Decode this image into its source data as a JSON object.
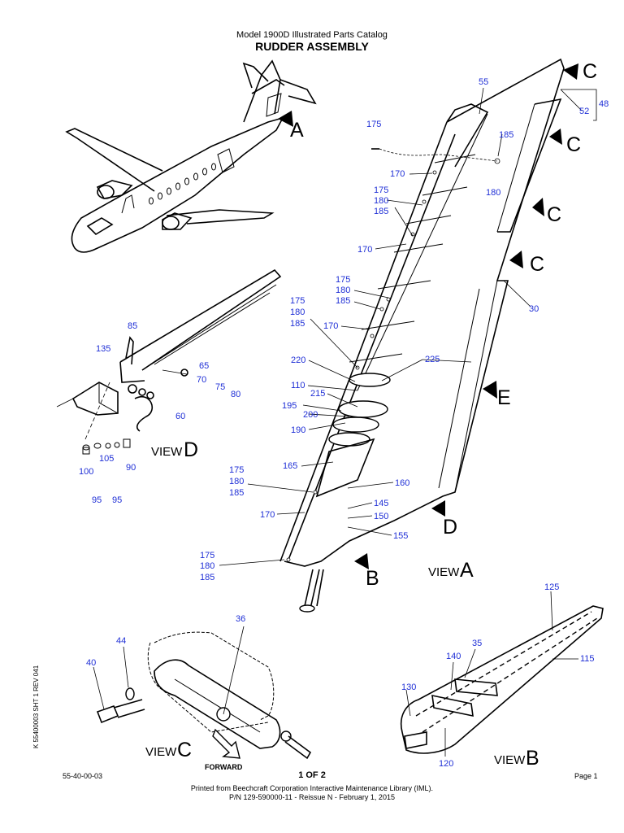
{
  "header": {
    "catalog_title": "Model 1900D Illustrated Parts Catalog",
    "assembly_title": "RUDDER ASSEMBLY"
  },
  "view_markers": {
    "A": "A",
    "B": "B",
    "C": "C",
    "D": "D",
    "E": "E"
  },
  "view_captions": {
    "view_word": "VIEW",
    "a": "A",
    "b": "B",
    "c": "C",
    "d": "D"
  },
  "forward_label": "FORWARD",
  "callouts": {
    "c55": "55",
    "c48": "48",
    "c52": "52",
    "c185_top": "185",
    "c180_top": "180",
    "c175_top": "175",
    "c170_a": "170",
    "c175_b": "175",
    "c180_b": "180",
    "c185_b": "185",
    "c170_b": "170",
    "c175_c": "175",
    "c180_c": "180",
    "c185_c": "185",
    "c175_d": "175",
    "c180_d": "180",
    "c185_d": "185",
    "c170_c": "170",
    "c30": "30",
    "c220": "220",
    "c225": "225",
    "c110": "110",
    "c215": "215",
    "c195": "195",
    "c200": "200",
    "c190": "190",
    "c165": "165",
    "c175_e": "175",
    "c180_e": "180",
    "c185_e": "185",
    "c160": "160",
    "c170_d": "170",
    "c145": "145",
    "c150": "150",
    "c155": "155",
    "c175_f": "175",
    "c180_f": "180",
    "c185_f": "185",
    "c85": "85",
    "c135": "135",
    "c65": "65",
    "c70": "70",
    "c75": "75",
    "c80": "80",
    "c60": "60",
    "c100": "100",
    "c105": "105",
    "c90": "90",
    "c95_a": "95",
    "c95_b": "95",
    "c36": "36",
    "c44": "44",
    "c40": "40",
    "c125": "125",
    "c35": "35",
    "c140": "140",
    "c115": "115",
    "c130": "130",
    "c120": "120"
  },
  "footer": {
    "doc_code": "55-40-00-03",
    "sheet": "1 OF 2",
    "page_label": "Page   1",
    "printed_from": "Printed from Beechcraft Corporation Interactive Maintenance Library (IML).",
    "part_number": "P/N 129-590000-11 - Reissue N - February 1, 2015",
    "side_code": "K  55400003   SHT   1  REV  041"
  }
}
